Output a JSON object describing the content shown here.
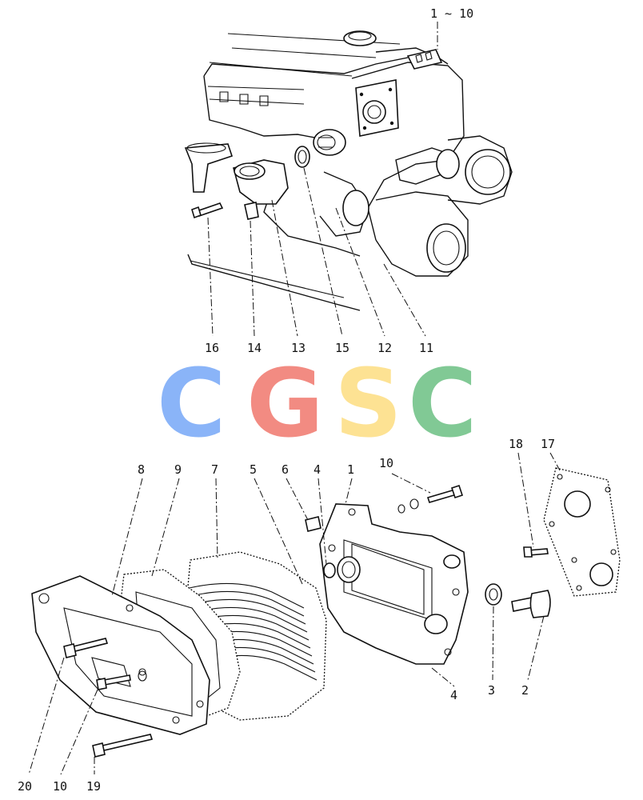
{
  "watermark": {
    "letters": [
      "C",
      "G",
      "S",
      "C"
    ],
    "colors": [
      "#8ab4f8",
      "#f28b82",
      "#fde293",
      "#81c995"
    ]
  },
  "upper_assembly": {
    "range_label": "1 ~ 10",
    "callouts": [
      "16",
      "14",
      "13",
      "15",
      "12",
      "11"
    ]
  },
  "lower_assembly": {
    "callouts": [
      "8",
      "9",
      "7",
      "5",
      "6",
      "4",
      "1",
      "10",
      "18",
      "17",
      "4",
      "3",
      "2",
      "20",
      "10",
      "19"
    ]
  }
}
